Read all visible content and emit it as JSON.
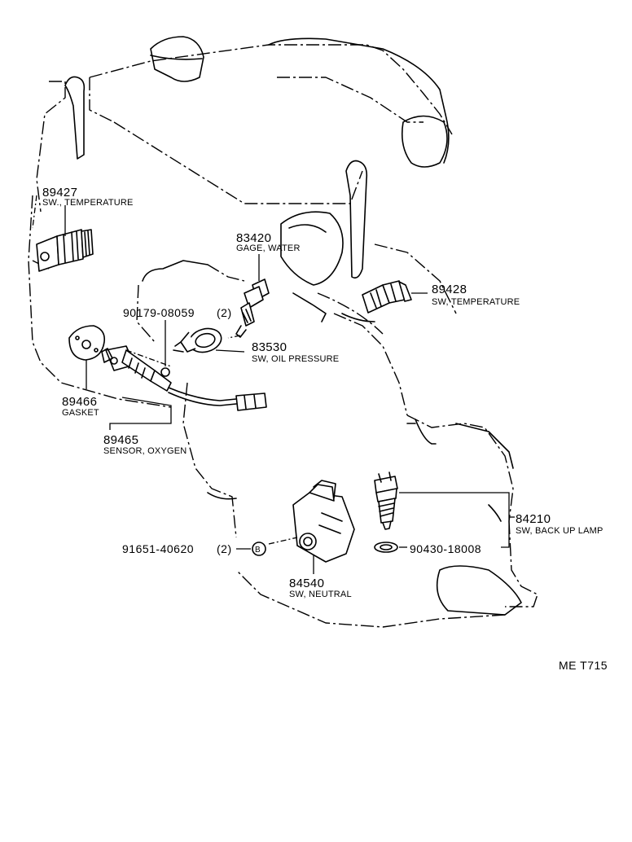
{
  "diagram_code": "ME T715",
  "parts": [
    {
      "number": "89427",
      "description": "SW., TEMPERATURE"
    },
    {
      "number": "83420",
      "description": "GAGE, WATER"
    },
    {
      "number": "89428",
      "description": "SW, TEMPERATURE"
    },
    {
      "number": "90179-08059",
      "qty": "(2)"
    },
    {
      "number": "83530",
      "description": "SW, OIL PRESSURE"
    },
    {
      "number": "89466",
      "description": "GASKET"
    },
    {
      "number": "89465",
      "description": "SENSOR, OXYGEN"
    },
    {
      "number": "84210",
      "description": "SW, BACK UP LAMP"
    },
    {
      "number": "91651-40620",
      "qty": "(2)"
    },
    {
      "number": "90430-18008"
    },
    {
      "number": "84540",
      "description": "SW, NEUTRAL"
    }
  ],
  "callout_marker": "B"
}
